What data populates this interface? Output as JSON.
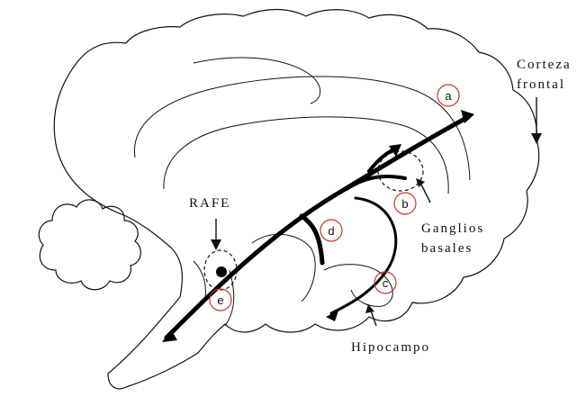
{
  "colors": {
    "brain_fill": "#fad4b5",
    "stroke": "#111111",
    "marker_circle": "#c0392b",
    "pathway": "#000000"
  },
  "labels": {
    "corteza_line1": "Corteza",
    "corteza_line2": "frontal",
    "rafe": "RAFE",
    "ganglios_line1": "Ganglios",
    "ganglios_line2": "basales",
    "hipocampo": "Hipocampo"
  },
  "markers": {
    "a": "a",
    "b": "b",
    "c": "c",
    "d": "d",
    "e": "e"
  }
}
